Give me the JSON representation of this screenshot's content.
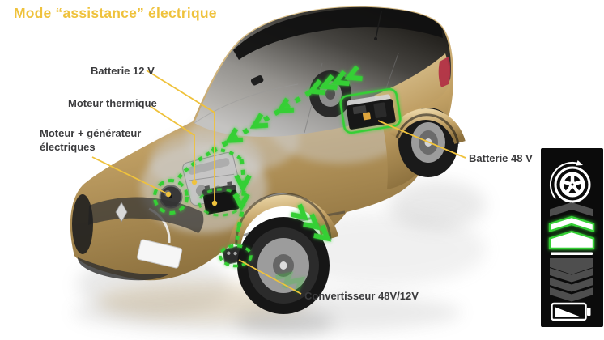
{
  "title": {
    "text": "Mode “assistance” électrique"
  },
  "callouts": {
    "batterie_12v": "Batterie 12 V",
    "moteur_thermique": "Moteur thermique",
    "moteur_generateur_line1": "Moteur + générateur",
    "moteur_generateur_line2": "électriques",
    "batterie_48v": "Batterie 48 V",
    "convertisseur": "Convertisseur 48V/12V"
  },
  "colors": {
    "accent_yellow": "#EFC23C",
    "energy_green": "#35CF35",
    "label_text": "#3B3B3D",
    "panel_bg": "#0B0B0B",
    "car_gold": "#C5A265"
  },
  "mode_panel": {
    "icons": [
      "wheel-rotation-icon",
      "power-gauge-chevrons",
      "battery-level-icon"
    ],
    "gauge": {
      "up_segments": 3,
      "up_active_green": 2,
      "down_segments": 4,
      "down_active": 0
    }
  }
}
